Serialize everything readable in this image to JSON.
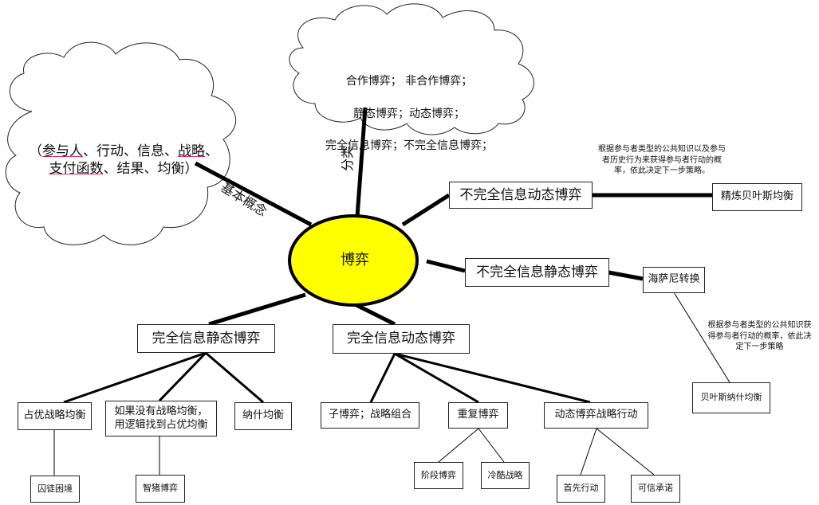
{
  "center": {
    "label": "博弈",
    "fill": "#ffff00"
  },
  "clouds": {
    "types": {
      "lines": [
        "合作博弈；  非合作博弈；",
        "静态博弈；动态博弈；",
        "完全信息博弈；不完全信息博弈；"
      ]
    },
    "concepts": {
      "open": "（",
      "u1": "参与人",
      "t1": "、行动、信息、",
      "u2": "战略",
      "t2": "、",
      "u3": "支付函数",
      "t3": "、结果、均衡）"
    }
  },
  "edge_labels": {
    "concepts": "基本概念",
    "types": "分类"
  },
  "nodes": {
    "incomplete_dynamic": "不完全信息动态博弈",
    "incomplete_static": "不完全信息静态博弈",
    "complete_static": "完全信息静态博弈",
    "complete_dynamic": "完全信息动态博弈",
    "refined_bayes": "精炼贝叶斯均衡",
    "harsanyi": "海萨尼转换",
    "bayes_nash": "贝叶斯纳什均衡",
    "dominant": "占优战略均衡",
    "no_dominant": "如果没有战略均衡，\n用逻辑找到占优均衡",
    "nash": "纳什均衡",
    "prisoner": "囚徒困境",
    "pigs": "智猪博弈",
    "subgame": "子博弈；战略组合",
    "repeated": "重复博弈",
    "dynamic_strategy": "动态博弈战略行动",
    "stage": "阶段博弈",
    "grim": "冷酷战略",
    "first_move": "首先行动",
    "credible": "可信承诺"
  },
  "notes": {
    "incomplete_dynamic": "根据参与者类型的公共知识以及参与\n者历史行为来获得参与者行动的概\n率，依此决定下一步策略。",
    "incomplete_static": "根据参与者类型的公共知识获\n得参与者行动的概率，依此决\n定下一步策略"
  }
}
